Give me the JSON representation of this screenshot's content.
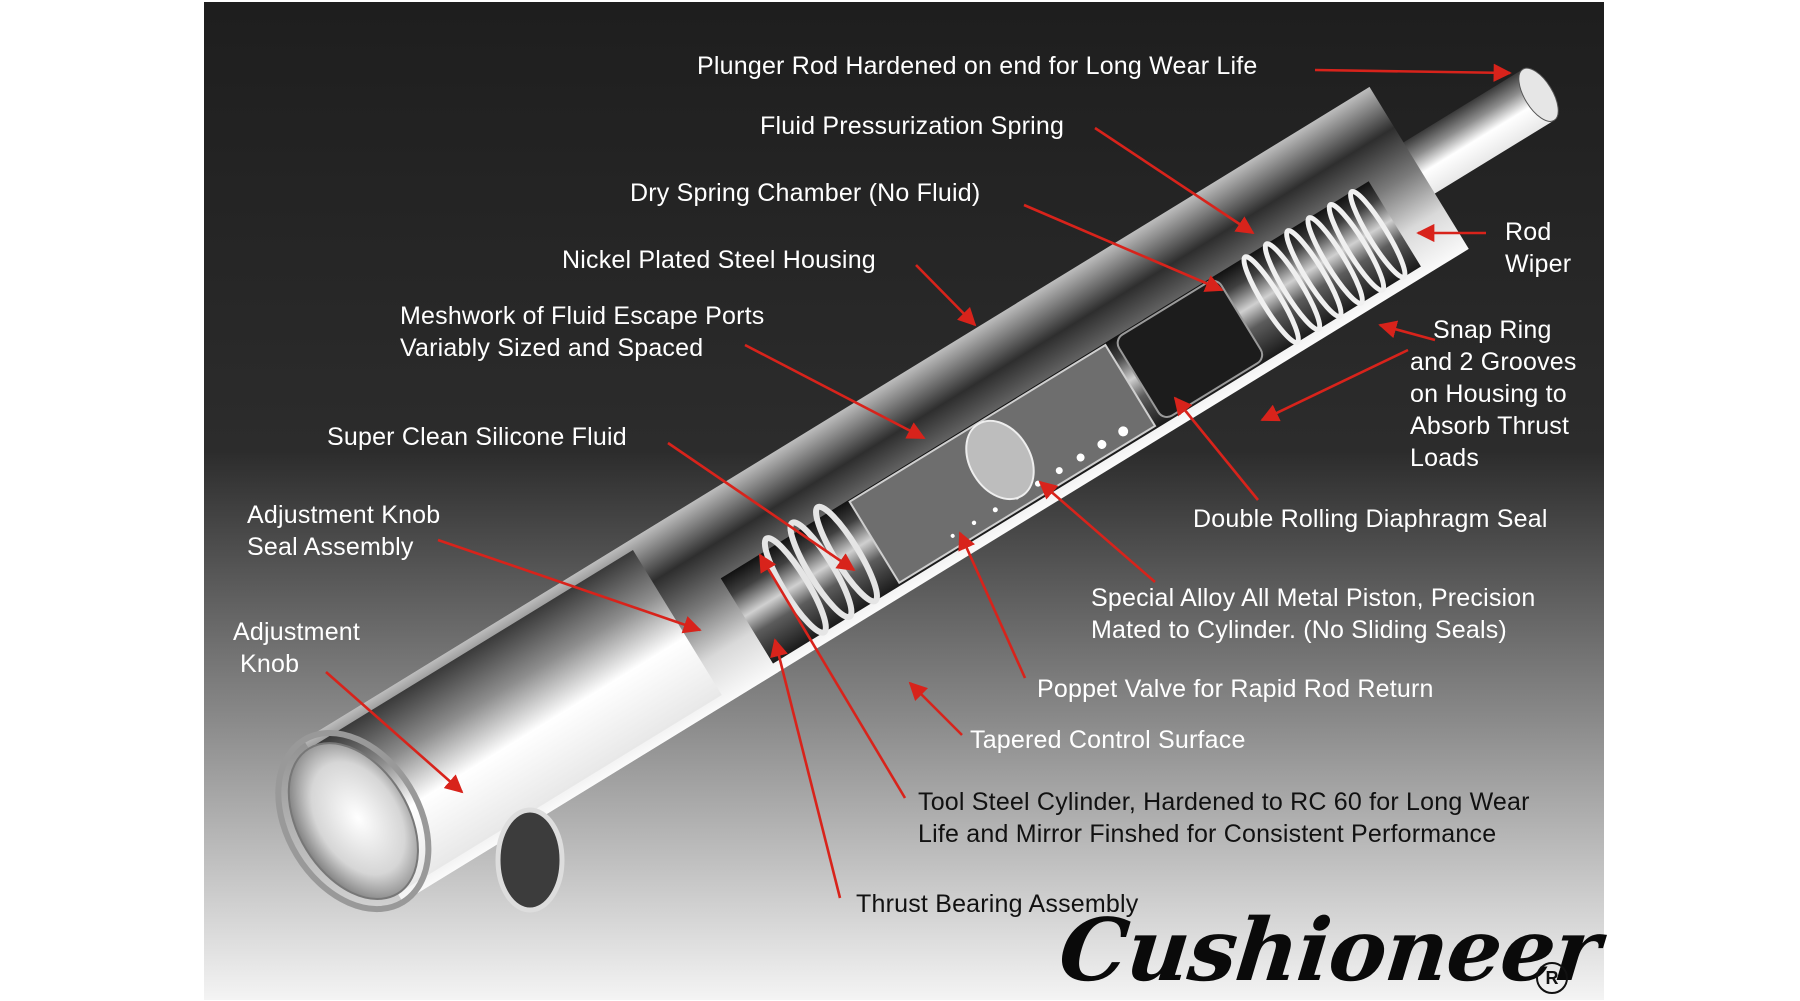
{
  "labels": {
    "plunger_rod": "Plunger Rod Hardened on end for Long Wear Life",
    "fluid_spring": "Fluid Pressurization Spring",
    "dry_chamber": "Dry Spring Chamber  (No Fluid)",
    "housing": "Nickel Plated Steel Housing",
    "meshwork_1": "Meshwork of Fluid Escape Ports",
    "meshwork_2": "Variably Sized and Spaced",
    "silicone": "Super Clean Silicone Fluid",
    "knob_seal_1": "Adjustment Knob",
    "knob_seal_2": "Seal Assembly",
    "knob_1": "Adjustment",
    "knob_2": "Knob",
    "rod_wiper_1": "Rod",
    "rod_wiper_2": "Wiper",
    "snap_ring_1": "Snap Ring",
    "snap_ring_2": "and 2 Grooves",
    "snap_ring_3": "on Housing to",
    "snap_ring_4": "Absorb Thrust",
    "snap_ring_5": "Loads",
    "diaphragm": "Double Rolling Diaphragm Seal",
    "piston_1": "Special Alloy All Metal Piston, Precision",
    "piston_2": "Mated to Cylinder. (No Sliding Seals)",
    "poppet": "Poppet Valve for Rapid Rod Return",
    "tapered": "Tapered Control Surface",
    "cylinder_1": "Tool Steel Cylinder, Hardened to RC 60 for Long Wear",
    "cylinder_2": "Life and Mirror Finshed for Consistent Performance",
    "thrust": "Thrust Bearing Assembly"
  },
  "brand": {
    "logo": "Cushioneer",
    "registered": "R"
  },
  "colors": {
    "leader": "#d8231b",
    "background_dark": "#2a2a2a",
    "background_light": "#f2f2f2",
    "text": "#ffffff"
  }
}
